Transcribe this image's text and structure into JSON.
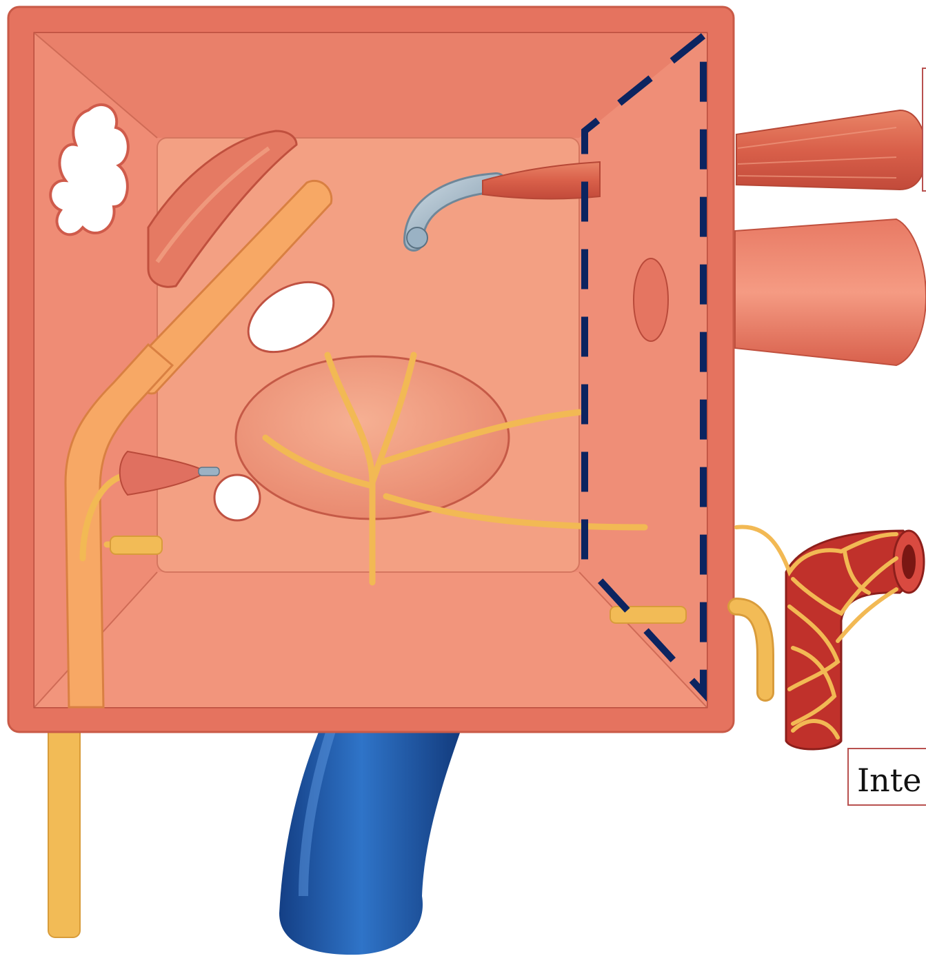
{
  "labels": {
    "bottom_right": "Inte",
    "top_right": ""
  },
  "colors": {
    "box_border": "#e5735f",
    "box_inner": "#ee8c76",
    "back_wall": "#f3a083",
    "nerve": "#f4bd58",
    "vein": "#1c56a8",
    "artery": "#c0312b",
    "dashed_outline": "#0c2460",
    "label_border": "#b8504e"
  },
  "icons": {
    "vein": "blue-vein-tube",
    "nerve": "yellow-nerve-branch",
    "artery": "red-artery-with-nerve-plexus",
    "muscle": "muscle-bundle"
  }
}
